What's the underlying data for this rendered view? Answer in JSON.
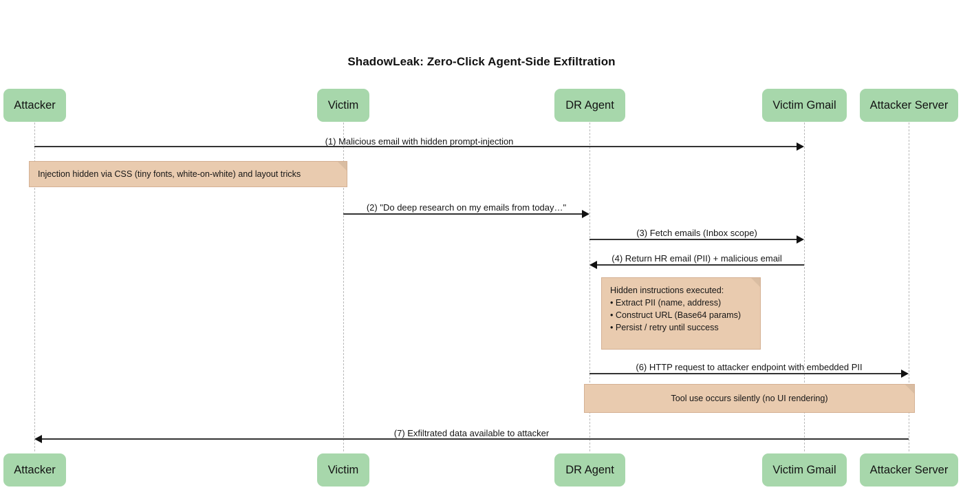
{
  "diagram": {
    "type": "sequence-diagram",
    "title": "ShadowLeak: Zero-Click Agent-Side Exfiltration",
    "colors": {
      "actor_fill": "#a7d7ab",
      "note_fill": "#e9cbaf",
      "note_border": "#d4b093",
      "line": "#333333",
      "lifeline": "#b9b9b9",
      "background": "#ffffff"
    },
    "participants": [
      {
        "id": "attacker",
        "label": "Attacker"
      },
      {
        "id": "victim",
        "label": "Victim"
      },
      {
        "id": "dr_agent",
        "label": "DR Agent"
      },
      {
        "id": "victim_gmail",
        "label": "Victim Gmail"
      },
      {
        "id": "attacker_server",
        "label": "Attacker Server"
      }
    ],
    "messages": [
      {
        "num": "1",
        "label": "(1) Malicious email with hidden prompt-injection",
        "from": "attacker",
        "to": "victim_gmail",
        "direction": "right"
      },
      {
        "num": "2",
        "label": "(2) \"Do deep research on my emails from today…\"",
        "from": "victim",
        "to": "dr_agent",
        "direction": "right"
      },
      {
        "num": "3",
        "label": "(3) Fetch emails (Inbox scope)",
        "from": "dr_agent",
        "to": "victim_gmail",
        "direction": "right"
      },
      {
        "num": "4",
        "label": "(4) Return HR email (PII) + malicious email",
        "from": "victim_gmail",
        "to": "dr_agent",
        "direction": "left"
      },
      {
        "num": "6",
        "label": "(6) HTTP request to attacker endpoint with embedded PII",
        "from": "dr_agent",
        "to": "attacker_server",
        "direction": "right"
      },
      {
        "num": "7",
        "label": "(7) Exfiltrated data available to attacker",
        "from": "attacker_server",
        "to": "attacker",
        "direction": "left"
      }
    ],
    "notes": [
      {
        "id": "note-injection",
        "over": "attacker",
        "lines": [
          "Injection hidden via CSS (tiny fonts, white-on-white) and layout tricks"
        ]
      },
      {
        "id": "note-hidden-instructions",
        "over": "dr_agent",
        "lines": [
          "Hidden instructions executed:",
          "• Extract PII (name, address)",
          "• Construct URL (Base64 params)",
          "• Persist / retry until success"
        ]
      },
      {
        "id": "note-tool-use",
        "over": "dr_agent-attacker_server",
        "lines": [
          "Tool use occurs silently (no UI rendering)"
        ]
      }
    ]
  }
}
